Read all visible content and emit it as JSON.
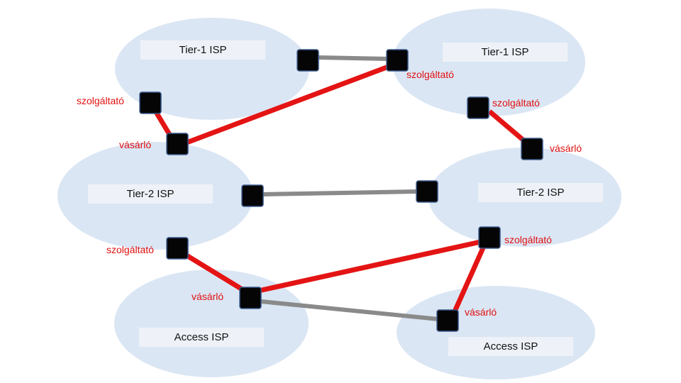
{
  "colors": {
    "cloud": "#dbe6f4",
    "label_bg": "#eef2f8",
    "provider_link": "#e41414",
    "peer_link": "#8a8a8a",
    "router_fill": "#050505",
    "router_border": "#3a5a8c",
    "role_text": "#e01010"
  },
  "networks": {
    "t1_left": "Tier-1 ISP",
    "t1_right": "Tier-1 ISP",
    "t2_left": "Tier-2 ISP",
    "t2_right": "Tier-2 ISP",
    "acc_left": "Access ISP",
    "acc_right": "Access ISP"
  },
  "roles": {
    "t1_right_provider": "szolgáltató",
    "t1_left_provider": "szolgáltató",
    "t1_right_provider_2": "szolgáltató",
    "t2_left_customer": "vásárló",
    "t2_right_customer": "vásárló",
    "t2_right_provider": "szolgáltató",
    "t2_left_provider": "szolgáltató",
    "acc_left_customer": "vásárló",
    "acc_right_customer": "vásárló"
  },
  "links": [
    {
      "from": "t1-left-peer",
      "to": "t1-right-peer",
      "type": "peering"
    },
    {
      "from": "t1-right-peer",
      "to": "t2-left-up",
      "type": "provider-customer"
    },
    {
      "from": "t1-left-down",
      "to": "t2-left-up",
      "type": "provider-customer"
    },
    {
      "from": "t1-right-down",
      "to": "t2-right-up",
      "type": "provider-customer"
    },
    {
      "from": "t2-left-peer",
      "to": "t2-right-peer",
      "type": "peering"
    },
    {
      "from": "t2-left-down",
      "to": "acc-left",
      "type": "provider-customer"
    },
    {
      "from": "t2-right-down",
      "to": "acc-left",
      "type": "provider-customer"
    },
    {
      "from": "t2-right-down",
      "to": "acc-right",
      "type": "provider-customer"
    },
    {
      "from": "acc-left",
      "to": "acc-right",
      "type": "peering"
    }
  ]
}
